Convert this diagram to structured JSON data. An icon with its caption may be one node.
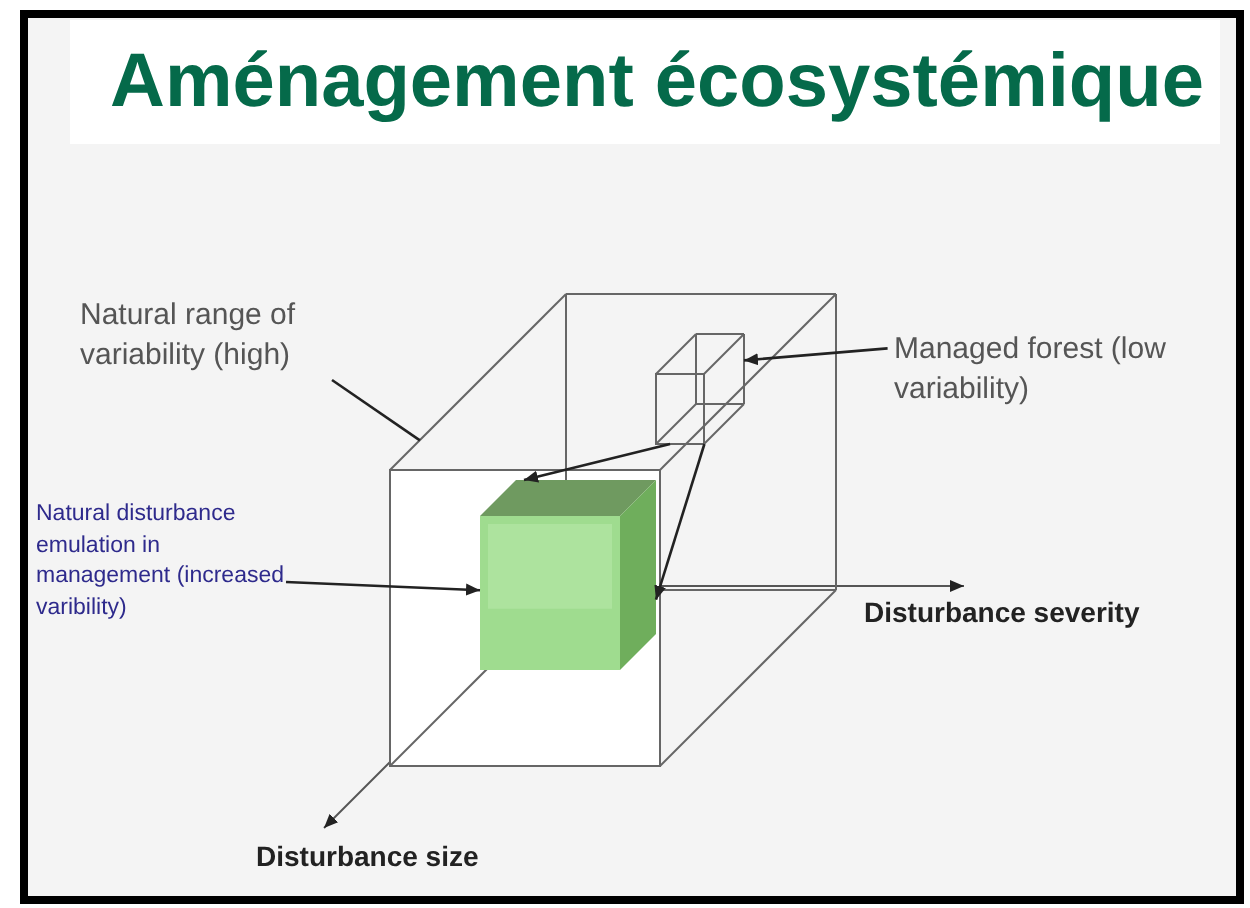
{
  "diagram": {
    "title": "Aménagement écosystémique",
    "nodes": [
      {
        "text": [
          "Natural range of variability (high)"
        ]
      },
      {
        "text": [],
        "shape": "cube"
      },
      {
        "text": [
          "Managed forest (low variability)"
        ]
      },
      {
        "text": [],
        "shape": "cube",
        "in": 1
      },
      {
        "text": [
          "Natural disturbance emulation in management (increased varibility)"
        ]
      },
      {
        "text": [],
        "shape": "cube",
        "in": 1
      }
    ],
    "edges": [
      {
        "from": 0,
        "to": 1,
        "arrow": "none"
      },
      {
        "from": 2,
        "to": 3,
        "arrow": "to"
      },
      {
        "from": 4,
        "to": 5,
        "arrow": "to"
      },
      {
        "from": 3,
        "to": 5,
        "arrow": "to"
      },
      {
        "from": 3,
        "to": 5,
        "arrow": "to"
      }
    ],
    "labels": [
      "Disturbance severity",
      "Disturbance size"
    ]
  }
}
